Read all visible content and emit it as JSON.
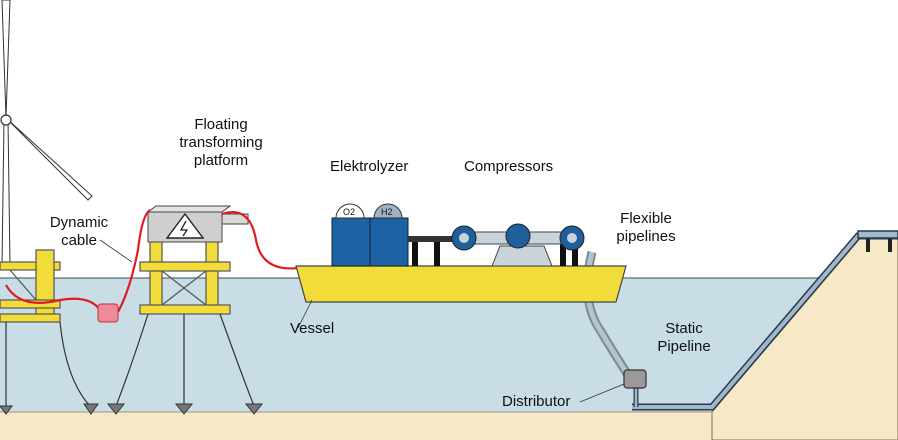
{
  "labels": {
    "platform": [
      "Floating",
      "transforming",
      "platform"
    ],
    "dynamic_cable": [
      "Dynamic",
      "cable"
    ],
    "elektrolyzer": "Elektrolyzer",
    "compressors": "Compressors",
    "flexible_pipelines": [
      "Flexible",
      "pipelines"
    ],
    "vessel": "Vessel",
    "static_pipeline": [
      "Static",
      "Pipeline"
    ],
    "distributor": "Distributor",
    "o2": "O2",
    "h2": "H2"
  },
  "colors": {
    "sea": "#c9dde6",
    "seabed": "#f7e9c8",
    "land": "#f7e9c8",
    "vessel_hull": "#f2dc3a",
    "platform_legs": "#f2dc3a",
    "electrolyzer": "#1d62a3",
    "cable": "#e01b24",
    "pipeline_flexible": "#9bb0bd",
    "pipeline_static": "#9fb8cc",
    "connector_box": "#f08a9a"
  },
  "icons": [
    "wind-turbine-icon",
    "high-voltage-icon",
    "compressor-icon",
    "anchor-icon",
    "distributor-box-icon"
  ]
}
